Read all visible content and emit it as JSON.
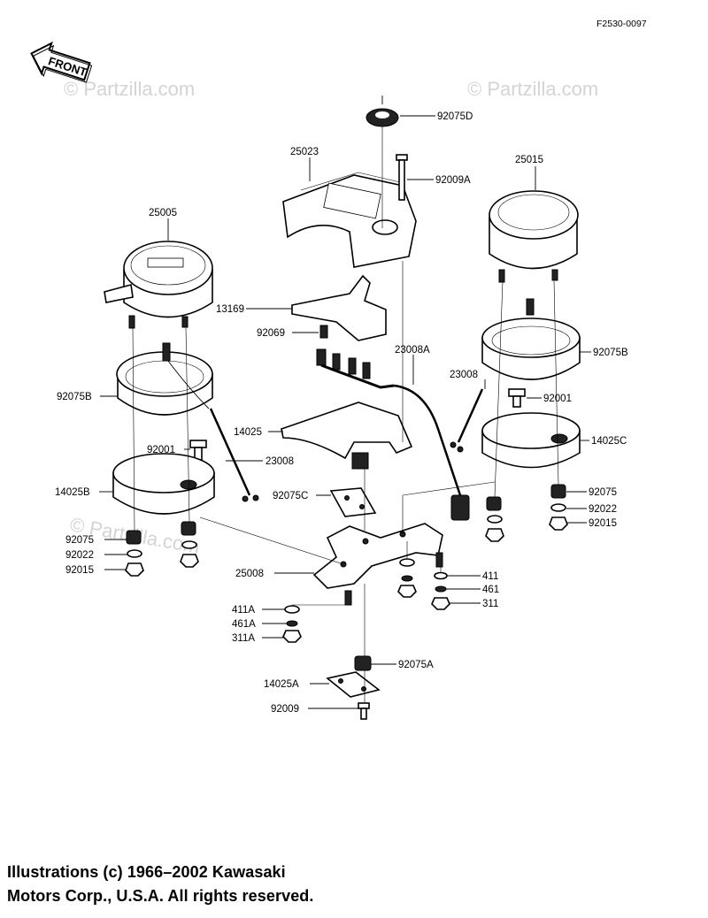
{
  "figure_code": "F2530-0097",
  "front_arrow_label": "FRONT",
  "watermarks": [
    "© Partzilla.com",
    "© Partzilla.com",
    "© Partzilla.com"
  ],
  "labels": {
    "p25005": "25005",
    "p25023": "25023",
    "p25015": "25015",
    "p92075D": "92075D",
    "p92009A": "92009A",
    "p13169": "13169",
    "p92069": "92069",
    "p23008A": "23008A",
    "p23008_r": "23008",
    "p92075B_l": "92075B",
    "p92075B_r": "92075B",
    "p92001_l": "92001",
    "p92001_r": "92001",
    "p14025": "14025",
    "p14025C": "14025C",
    "p23008_l": "23008",
    "p14025B": "14025B",
    "p92075C": "92075C",
    "p92075_l": "92075",
    "p92022_l": "92022",
    "p92015_l": "92015",
    "p92075_r": "92075",
    "p92022_r": "92022",
    "p92015_r": "92015",
    "p25008": "25008",
    "p411": "411",
    "p461": "461",
    "p311": "311",
    "p411A": "411A",
    "p461A": "461A",
    "p311A": "311A",
    "p92075A": "92075A",
    "p14025A": "14025A",
    "p92009": "92009"
  },
  "copyright": {
    "line1": "Illustrations (c) 1966–2002 Kawasaki",
    "line2": "Motors Corp., U.S.A.  All rights reserved."
  }
}
